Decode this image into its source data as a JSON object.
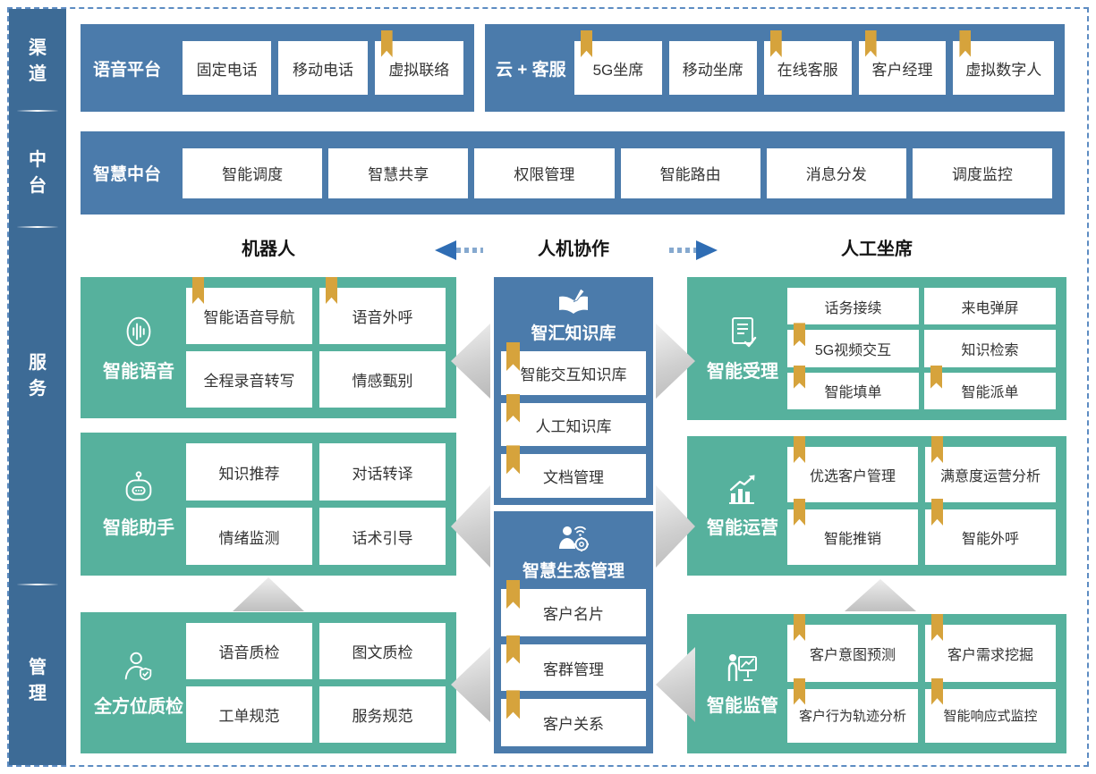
{
  "palette": {
    "sidebar_blue": "#3d6b96",
    "container_blue": "#4b7bab",
    "green": "#56b19d",
    "bookmark_gold": "#d6a33c",
    "arrow_blue": "#2f6db4",
    "gray_arrow": "#c7c7c7",
    "frame_dash_blue": "#5d8cc2"
  },
  "sidebar": {
    "items": [
      {
        "label": "渠道"
      },
      {
        "label": "中台"
      },
      {
        "label": "服务"
      },
      {
        "label": "管理"
      }
    ]
  },
  "top_row": {
    "voice_platform": {
      "label": "语音平台",
      "items": [
        {
          "label": "固定电话",
          "bookmark": false
        },
        {
          "label": "移动电话",
          "bookmark": false
        },
        {
          "label": "虚拟联络",
          "bookmark": true
        }
      ]
    },
    "cloud_service": {
      "label": "云 + 客服",
      "items": [
        {
          "label": "5G坐席",
          "bookmark": true
        },
        {
          "label": "移动坐席",
          "bookmark": false
        },
        {
          "label": "在线客服",
          "bookmark": true
        },
        {
          "label": "客户经理",
          "bookmark": true
        },
        {
          "label": "虚拟数字人",
          "bookmark": true
        }
      ]
    }
  },
  "mid_row": {
    "label": "智慧中台",
    "items": [
      {
        "label": "智能调度"
      },
      {
        "label": "智慧共享"
      },
      {
        "label": "权限管理"
      },
      {
        "label": "智能路由"
      },
      {
        "label": "消息分发"
      },
      {
        "label": "调度监控"
      }
    ]
  },
  "headers": {
    "left": "机器人",
    "center": "人机协作",
    "right": "人工坐席"
  },
  "left_column": [
    {
      "title": "智能语音",
      "icon": "voice-wave-icon",
      "items": [
        {
          "label": "智能语音导航",
          "bookmark": true
        },
        {
          "label": "语音外呼",
          "bookmark": true
        },
        {
          "label": "全程录音转写",
          "bookmark": false
        },
        {
          "label": "情感甄别",
          "bookmark": false
        }
      ]
    },
    {
      "title": "智能助手",
      "icon": "robot-icon",
      "items": [
        {
          "label": "知识推荐",
          "bookmark": false
        },
        {
          "label": "对话转译",
          "bookmark": false
        },
        {
          "label": "情绪监测",
          "bookmark": false
        },
        {
          "label": "话术引导",
          "bookmark": false
        }
      ]
    },
    {
      "title": "全方位质检",
      "icon": "quality-inspector-icon",
      "items": [
        {
          "label": "语音质检",
          "bookmark": false
        },
        {
          "label": "图文质检",
          "bookmark": false
        },
        {
          "label": "工单规范",
          "bookmark": false
        },
        {
          "label": "服务规范",
          "bookmark": false
        }
      ]
    }
  ],
  "center_column": [
    {
      "title": "智汇知识库",
      "icon": "knowledge-base-icon",
      "items": [
        {
          "label": "智能交互知识库",
          "bookmark": true
        },
        {
          "label": "人工知识库",
          "bookmark": true
        },
        {
          "label": "文档管理",
          "bookmark": true
        }
      ]
    },
    {
      "title": "智慧生态管理",
      "icon": "ecosystem-icon",
      "items": [
        {
          "label": "客户名片",
          "bookmark": true
        },
        {
          "label": "客群管理",
          "bookmark": true
        },
        {
          "label": "客户关系",
          "bookmark": true
        }
      ]
    }
  ],
  "right_column": [
    {
      "title": "智能受理",
      "icon": "document-check-icon",
      "items": [
        {
          "label": "话务接续",
          "bookmark": false
        },
        {
          "label": "来电弹屏",
          "bookmark": false
        },
        {
          "label": "5G视频交互",
          "bookmark": true
        },
        {
          "label": "知识检索",
          "bookmark": false
        },
        {
          "label": "智能填单",
          "bookmark": true
        },
        {
          "label": "智能派单",
          "bookmark": true
        }
      ]
    },
    {
      "title": "智能运营",
      "icon": "growth-chart-icon",
      "items": [
        {
          "label": "优选客户管理",
          "bookmark": true
        },
        {
          "label": "满意度运营分析",
          "bookmark": true
        },
        {
          "label": "智能推销",
          "bookmark": true
        },
        {
          "label": "智能外呼",
          "bookmark": true
        }
      ]
    },
    {
      "title": "智能监管",
      "icon": "supervision-icon",
      "items": [
        {
          "label": "客户意图预测",
          "bookmark": true
        },
        {
          "label": "客户需求挖掘",
          "bookmark": true
        },
        {
          "label": "客户行为轨迹分析",
          "bookmark": true
        },
        {
          "label": "智能响应式监控",
          "bookmark": true
        }
      ]
    }
  ]
}
